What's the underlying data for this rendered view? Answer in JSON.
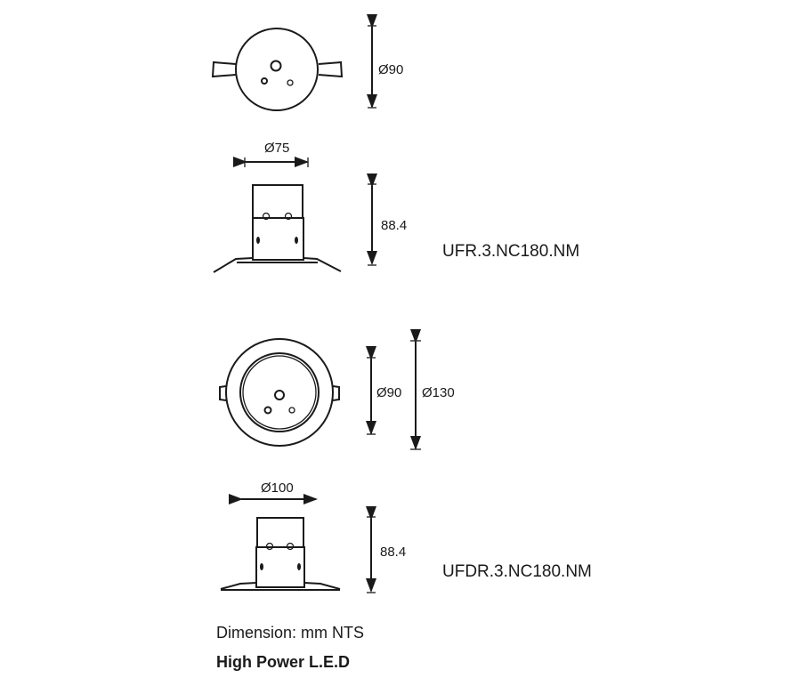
{
  "drawings": {
    "ufr": {
      "top_view_diameter": "Ø90",
      "side_width": "Ø75",
      "side_height": "88.4",
      "model": "UFR.3.NC180.NM"
    },
    "ufdr": {
      "top_view_inner_diameter": "Ø90",
      "top_view_outer_diameter": "Ø130",
      "side_width": "Ø100",
      "side_height": "88.4",
      "model": "UFDR.3.NC180.NM"
    }
  },
  "footer": {
    "dimension_note": "Dimension: mm NTS",
    "product_line": "High Power L.E.D"
  }
}
